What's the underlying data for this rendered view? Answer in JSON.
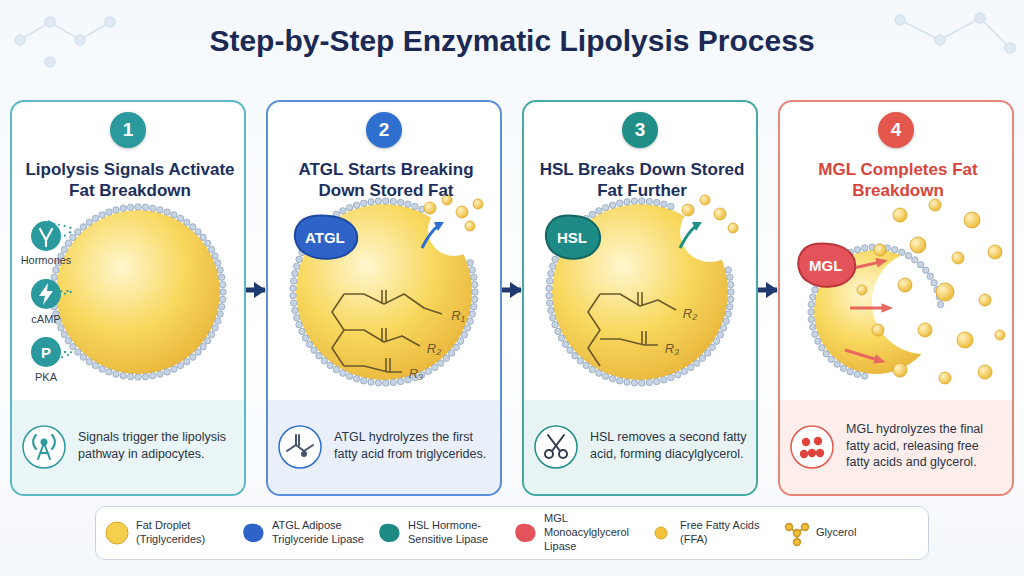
{
  "diagram": {
    "title": "Step-by-Step Enzymatic Lipolysis Process",
    "nodes": [
      {
        "text": [
          "Lipolysis Signals Activate Fat Breakdown",
          "Signals trigger the lipolysis pathway in adipocytes."
        ]
      },
      {
        "text": [
          "1"
        ],
        "in": 0
      },
      {
        "text": [
          "ATGL Starts Breaking Down Stored Fat",
          "ATGL hydrolyzes the first fatty acid from triglycerides."
        ]
      },
      {
        "text": [
          "2"
        ],
        "in": 2
      },
      {
        "text": [
          "ATGL"
        ],
        "in": 2
      },
      {
        "text": [
          "HSL Breaks Down Stored Fat Further",
          "HSL removes a second fatty acid, forming diacylglycerol."
        ]
      },
      {
        "text": [
          "3"
        ],
        "in": 5
      },
      {
        "text": [
          "HSL"
        ],
        "in": 5
      },
      {
        "text": [
          "MGL Completes Fat Breakdown",
          "MGL hydrolyzes the final fatty acid, releasing free fatty acids and glycerol."
        ]
      },
      {
        "text": [
          "4"
        ],
        "in": 8
      },
      {
        "text": [
          "MGL"
        ],
        "in": 8
      }
    ],
    "edges": [
      {
        "from": 0,
        "to": 2,
        "arrow": "to"
      },
      {
        "from": 2,
        "to": 5,
        "arrow": "to"
      },
      {
        "from": 5,
        "to": 8,
        "arrow": "to"
      }
    ],
    "labels": [
      "Hormones",
      "cAMP",
      "P",
      "PKA",
      "R₁",
      "R₂",
      "R₃",
      "R₂",
      "R₃"
    ],
    "legend": [
      {
        "text": "Fat Droplet (Triglycerides)",
        "color": "#f6cf4f"
      },
      {
        "text": "ATGL Adipose Triglyceride Lipase",
        "color": "#2f63c8"
      },
      {
        "text": "HSL Hormone-Sensitive Lipase",
        "color": "#1e8a86"
      },
      {
        "text": "MGL Monoacylglycerol Lipase",
        "color": "#e5535a"
      },
      {
        "text": "Free Fatty Acids (FFA)",
        "color": "#f2c23a"
      },
      {
        "text": "Glycerol"
      }
    ]
  }
}
